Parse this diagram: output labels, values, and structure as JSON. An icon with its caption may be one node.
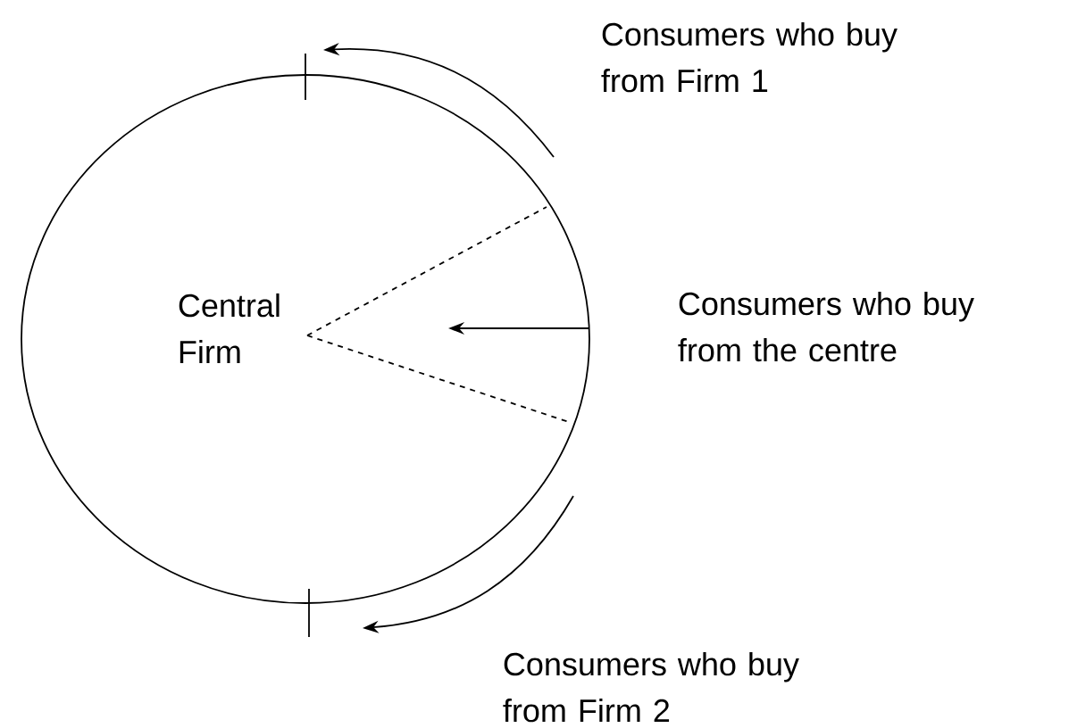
{
  "diagram": {
    "nodes": [
      {
        "text": [
          "Central Firm"
        ]
      }
    ],
    "labels": [
      "Consumers who buy from Firm 1",
      "Consumers who buy from the centre",
      "Consumers who buy from Firm 2"
    ]
  }
}
